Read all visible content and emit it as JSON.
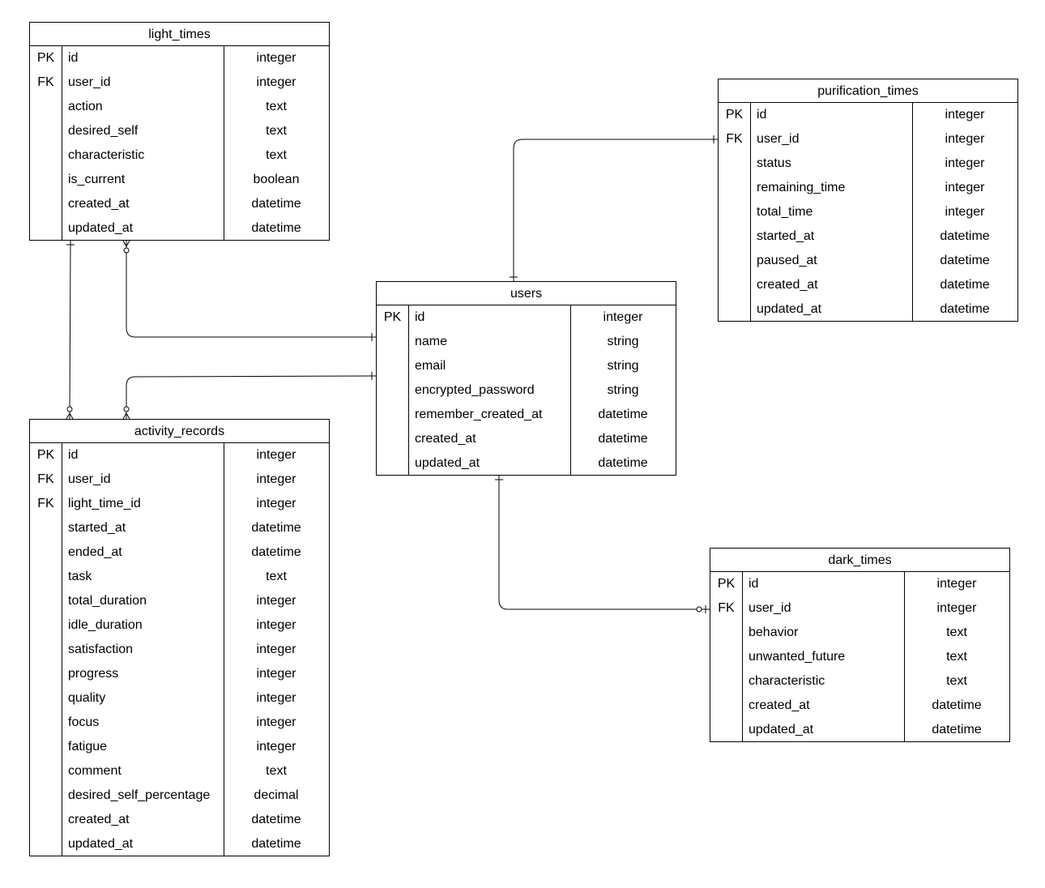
{
  "entities": {
    "light_times": {
      "title": "light_times",
      "rows": [
        {
          "key": "PK",
          "name": "id",
          "type": "integer"
        },
        {
          "key": "FK",
          "name": "user_id",
          "type": "integer"
        },
        {
          "key": "",
          "name": "action",
          "type": "text"
        },
        {
          "key": "",
          "name": "desired_self",
          "type": "text"
        },
        {
          "key": "",
          "name": "characteristic",
          "type": "text"
        },
        {
          "key": "",
          "name": "is_current",
          "type": "boolean"
        },
        {
          "key": "",
          "name": "created_at",
          "type": "datetime"
        },
        {
          "key": "",
          "name": "updated_at",
          "type": "datetime"
        }
      ]
    },
    "purification_times": {
      "title": "purification_times",
      "rows": [
        {
          "key": "PK",
          "name": "id",
          "type": "integer"
        },
        {
          "key": "FK",
          "name": "user_id",
          "type": "integer"
        },
        {
          "key": "",
          "name": "status",
          "type": "integer"
        },
        {
          "key": "",
          "name": "remaining_time",
          "type": "integer"
        },
        {
          "key": "",
          "name": "total_time",
          "type": "integer"
        },
        {
          "key": "",
          "name": "started_at",
          "type": "datetime"
        },
        {
          "key": "",
          "name": "paused_at",
          "type": "datetime"
        },
        {
          "key": "",
          "name": "created_at",
          "type": "datetime"
        },
        {
          "key": "",
          "name": "updated_at",
          "type": "datetime"
        }
      ]
    },
    "users": {
      "title": "users",
      "rows": [
        {
          "key": "PK",
          "name": "id",
          "type": "integer"
        },
        {
          "key": "",
          "name": "name",
          "type": "string"
        },
        {
          "key": "",
          "name": "email",
          "type": "string"
        },
        {
          "key": "",
          "name": "encrypted_password",
          "type": "string"
        },
        {
          "key": "",
          "name": "remember_created_at",
          "type": "datetime"
        },
        {
          "key": "",
          "name": "created_at",
          "type": "datetime"
        },
        {
          "key": "",
          "name": "updated_at",
          "type": "datetime"
        }
      ]
    },
    "activity_records": {
      "title": "activity_records",
      "rows": [
        {
          "key": "PK",
          "name": "id",
          "type": "integer"
        },
        {
          "key": "FK",
          "name": "user_id",
          "type": "integer"
        },
        {
          "key": "FK",
          "name": "light_time_id",
          "type": "integer"
        },
        {
          "key": "",
          "name": "started_at",
          "type": "datetime"
        },
        {
          "key": "",
          "name": "ended_at",
          "type": "datetime"
        },
        {
          "key": "",
          "name": "task",
          "type": "text"
        },
        {
          "key": "",
          "name": "total_duration",
          "type": "integer"
        },
        {
          "key": "",
          "name": "idle_duration",
          "type": "integer"
        },
        {
          "key": "",
          "name": "satisfaction",
          "type": "integer"
        },
        {
          "key": "",
          "name": "progress",
          "type": "integer"
        },
        {
          "key": "",
          "name": "quality",
          "type": "integer"
        },
        {
          "key": "",
          "name": "focus",
          "type": "integer"
        },
        {
          "key": "",
          "name": "fatigue",
          "type": "integer"
        },
        {
          "key": "",
          "name": "comment",
          "type": "text"
        },
        {
          "key": "",
          "name": "desired_self_percentage",
          "type": "decimal"
        },
        {
          "key": "",
          "name": "created_at",
          "type": "datetime"
        },
        {
          "key": "",
          "name": "updated_at",
          "type": "datetime"
        }
      ]
    },
    "dark_times": {
      "title": "dark_times",
      "rows": [
        {
          "key": "PK",
          "name": "id",
          "type": "integer"
        },
        {
          "key": "FK",
          "name": "user_id",
          "type": "integer"
        },
        {
          "key": "",
          "name": "behavior",
          "type": "text"
        },
        {
          "key": "",
          "name": "unwanted_future",
          "type": "text"
        },
        {
          "key": "",
          "name": "characteristic",
          "type": "text"
        },
        {
          "key": "",
          "name": "created_at",
          "type": "datetime"
        },
        {
          "key": "",
          "name": "updated_at",
          "type": "datetime"
        }
      ]
    }
  },
  "relationships": [
    {
      "from": "users",
      "to": "purification_times",
      "from_cardinality": "one",
      "to_cardinality": "one"
    },
    {
      "from": "users",
      "to": "light_times",
      "from_cardinality": "one",
      "to_cardinality": "zero-or-many"
    },
    {
      "from": "users",
      "to": "activity_records",
      "from_cardinality": "one",
      "to_cardinality": "zero-or-many"
    },
    {
      "from": "light_times",
      "to": "activity_records",
      "from_cardinality": "one",
      "to_cardinality": "zero-or-many"
    },
    {
      "from": "users",
      "to": "dark_times",
      "from_cardinality": "one",
      "to_cardinality": "zero-or-one"
    }
  ]
}
